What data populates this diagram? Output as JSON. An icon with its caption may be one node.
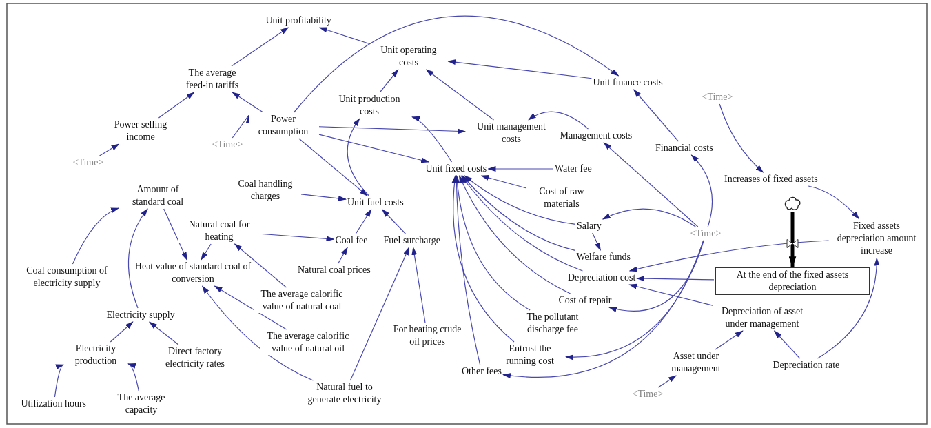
{
  "diagram": {
    "nodes": [
      {
        "text": [
          "Unit profitability"
        ]
      },
      {
        "text": [
          "Unit operating costs"
        ]
      },
      {
        "text": [
          "Unit finance costs"
        ]
      },
      {
        "text": [
          "The average feed-in tariffs"
        ]
      },
      {
        "text": [
          "Unit production costs"
        ]
      },
      {
        "text": [
          "Power consumption"
        ]
      },
      {
        "text": [
          "Unit management costs"
        ]
      },
      {
        "text": [
          "Management costs"
        ]
      },
      {
        "text": [
          "Power selling income"
        ]
      },
      {
        "text": [
          "<Time>"
        ]
      },
      {
        "text": [
          "<Time>"
        ]
      },
      {
        "text": [
          "<Time>"
        ]
      },
      {
        "text": [
          "Financial costs"
        ]
      },
      {
        "text": [
          "Unit fixed costs"
        ]
      },
      {
        "text": [
          "Water fee"
        ]
      },
      {
        "text": [
          "Increases of fixed assets"
        ]
      },
      {
        "text": [
          "Coal handling charges"
        ]
      },
      {
        "text": [
          "Amount of standard coal"
        ]
      },
      {
        "text": [
          "Unit fuel costs"
        ]
      },
      {
        "text": [
          "Cost of raw materials"
        ]
      },
      {
        "text": [
          "Natural coal for heating"
        ]
      },
      {
        "text": [
          "Salary"
        ]
      },
      {
        "text": [
          "<Time>"
        ]
      },
      {
        "text": [
          "Fixed assets depreciation amount increase"
        ]
      },
      {
        "text": [
          "Coal fee"
        ]
      },
      {
        "text": [
          "Fuel surcharge"
        ]
      },
      {
        "text": [
          "Welfare funds"
        ]
      },
      {
        "text": [
          "Coal consumption of electricity supply"
        ]
      },
      {
        "text": [
          "Heat value of standard coal of conversion"
        ]
      },
      {
        "text": [
          "Natural coal prices"
        ]
      },
      {
        "text": [
          "Depreciation cost"
        ]
      },
      {
        "text": [
          "At the end of the fixed assets depreciation"
        ]
      },
      {
        "text": [
          "The average calorific value of natural coal"
        ]
      },
      {
        "text": [
          "Cost of repair"
        ]
      },
      {
        "text": [
          "Electricity supply"
        ]
      },
      {
        "text": [
          "Depreciation of asset under management"
        ]
      },
      {
        "text": [
          "The pollutant discharge fee"
        ]
      },
      {
        "text": [
          "For heating crude oil prices"
        ]
      },
      {
        "text": [
          "The average calorific value of natural oil"
        ]
      },
      {
        "text": [
          "Electricity production"
        ]
      },
      {
        "text": [
          "Direct factory electricity rates"
        ]
      },
      {
        "text": [
          "Entrust the running cost"
        ]
      },
      {
        "text": [
          "Other fees"
        ]
      },
      {
        "text": [
          "Asset under management"
        ]
      },
      {
        "text": [
          "Depreciation rate"
        ]
      },
      {
        "text": [
          "Natural fuel to generate electricity"
        ]
      },
      {
        "text": [
          "Utilization hours"
        ]
      },
      {
        "text": [
          "The average capacity"
        ]
      },
      {
        "text": [
          "<Time>"
        ]
      },
      {
        "text": [],
        "shape": "cloud"
      }
    ],
    "edges": [
      {
        "from": 3,
        "to": 0,
        "arrow": "to"
      },
      {
        "from": 1,
        "to": 0,
        "arrow": "to"
      },
      {
        "from": 8,
        "to": 3,
        "arrow": "to"
      },
      {
        "from": 5,
        "to": 3,
        "arrow": "to"
      },
      {
        "from": 10,
        "to": 8,
        "arrow": "to"
      },
      {
        "from": 9,
        "to": 5,
        "arrow": "to"
      },
      {
        "from": 5,
        "to": 2,
        "arrow": "to"
      },
      {
        "from": 2,
        "to": 1,
        "arrow": "to"
      },
      {
        "from": 4,
        "to": 1,
        "arrow": "to"
      },
      {
        "from": 6,
        "to": 1,
        "arrow": "to"
      },
      {
        "from": 7,
        "to": 6,
        "arrow": "to"
      },
      {
        "from": 5,
        "to": 6,
        "arrow": "to"
      },
      {
        "from": 18,
        "to": 4,
        "arrow": "to"
      },
      {
        "from": 13,
        "to": 4,
        "arrow": "to"
      },
      {
        "from": 5,
        "to": 13,
        "arrow": "to"
      },
      {
        "from": 5,
        "to": 18,
        "arrow": "to"
      },
      {
        "from": 14,
        "to": 13,
        "arrow": "to"
      },
      {
        "from": 19,
        "to": 13,
        "arrow": "to"
      },
      {
        "from": 21,
        "to": 13,
        "arrow": "to"
      },
      {
        "from": 26,
        "to": 13,
        "arrow": "to"
      },
      {
        "from": 30,
        "to": 13,
        "arrow": "to"
      },
      {
        "from": 33,
        "to": 13,
        "arrow": "to"
      },
      {
        "from": 36,
        "to": 13,
        "arrow": "to"
      },
      {
        "from": 41,
        "to": 13,
        "arrow": "to"
      },
      {
        "from": 42,
        "to": 13,
        "arrow": "to"
      },
      {
        "from": 16,
        "to": 18,
        "arrow": "to"
      },
      {
        "from": 24,
        "to": 18,
        "arrow": "to"
      },
      {
        "from": 25,
        "to": 18,
        "arrow": "to"
      },
      {
        "from": 20,
        "to": 24,
        "arrow": "to"
      },
      {
        "from": 29,
        "to": 24,
        "arrow": "to"
      },
      {
        "from": 37,
        "to": 25,
        "arrow": "to"
      },
      {
        "from": 45,
        "to": 25,
        "arrow": "to"
      },
      {
        "from": 32,
        "to": 20,
        "arrow": "to"
      },
      {
        "from": 20,
        "to": 28,
        "arrow": "to"
      },
      {
        "from": 17,
        "to": 28,
        "arrow": "to"
      },
      {
        "from": 38,
        "to": 28,
        "arrow": "to"
      },
      {
        "from": 45,
        "to": 28,
        "arrow": "to"
      },
      {
        "from": 27,
        "to": 17,
        "arrow": "to"
      },
      {
        "from": 34,
        "to": 17,
        "arrow": "to"
      },
      {
        "from": 39,
        "to": 34,
        "arrow": "to"
      },
      {
        "from": 40,
        "to": 34,
        "arrow": "to"
      },
      {
        "from": 46,
        "to": 39,
        "arrow": "to"
      },
      {
        "from": 47,
        "to": 39,
        "arrow": "to"
      },
      {
        "from": 22,
        "to": 7,
        "arrow": "to"
      },
      {
        "from": 22,
        "to": 12,
        "arrow": "to"
      },
      {
        "from": 22,
        "to": 21,
        "arrow": "to"
      },
      {
        "from": 22,
        "to": 33,
        "arrow": "to"
      },
      {
        "from": 22,
        "to": 41,
        "arrow": "to"
      },
      {
        "from": 22,
        "to": 42,
        "arrow": "to"
      },
      {
        "from": 21,
        "to": 26,
        "arrow": "to"
      },
      {
        "from": 12,
        "to": 2,
        "arrow": "to"
      },
      {
        "from": 11,
        "to": 15,
        "arrow": "to"
      },
      {
        "from": 15,
        "to": 23,
        "arrow": "to"
      },
      {
        "from": 23,
        "to": 30,
        "arrow": "to"
      },
      {
        "from": 31,
        "to": 30,
        "arrow": "to"
      },
      {
        "from": 35,
        "to": 30,
        "arrow": "to"
      },
      {
        "from": 43,
        "to": 35,
        "arrow": "to"
      },
      {
        "from": 44,
        "to": 35,
        "arrow": "to"
      },
      {
        "from": 44,
        "to": 23,
        "arrow": "to"
      },
      {
        "from": 48,
        "to": 43,
        "arrow": "to"
      },
      {
        "from": 49,
        "to": 31,
        "arrow": "to",
        "style": "thick",
        "color": "#000000"
      }
    ]
  }
}
